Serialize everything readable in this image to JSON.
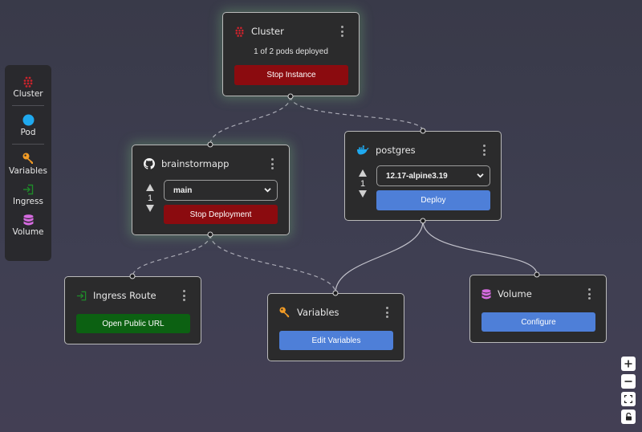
{
  "palette": {
    "items": [
      {
        "id": "cluster",
        "label": "Cluster",
        "icon": "cluster-dots-icon",
        "color": "#c8232c"
      },
      {
        "id": "pod",
        "label": "Pod",
        "icon": "pod-circle-icon",
        "color": "#1fa9ef"
      },
      {
        "id": "variables",
        "label": "Variables",
        "icon": "key-icon",
        "color": "#f39c25"
      },
      {
        "id": "ingress",
        "label": "Ingress",
        "icon": "sign-in-icon",
        "color": "#1f8a2a"
      },
      {
        "id": "volume",
        "label": "Volume",
        "icon": "database-icon",
        "color": "#d56be0"
      }
    ]
  },
  "nodes": {
    "cluster": {
      "title": "Cluster",
      "icon": "cluster-dots-icon",
      "status": "1 of 2 pods deployed",
      "button": "Stop Instance"
    },
    "brainstormapp": {
      "title": "brainstormapp",
      "icon": "github-icon",
      "replicas": "1",
      "branch": "main",
      "button": "Stop Deployment"
    },
    "postgres": {
      "title": "postgres",
      "icon": "docker-icon",
      "replicas": "1",
      "version": "12.17-alpine3.19",
      "button": "Deploy"
    },
    "ingress": {
      "title": "Ingress Route",
      "icon": "sign-in-icon",
      "button": "Open Public URL"
    },
    "variables": {
      "title": "Variables",
      "icon": "key-icon",
      "button": "Edit Variables"
    },
    "volume": {
      "title": "Volume",
      "icon": "database-icon",
      "button": "Configure"
    }
  },
  "edges": [
    {
      "from": "cluster",
      "to": "brainstormapp",
      "style": "dashed"
    },
    {
      "from": "cluster",
      "to": "postgres",
      "style": "dashed"
    },
    {
      "from": "brainstormapp",
      "to": "ingress",
      "style": "dashed"
    },
    {
      "from": "brainstormapp",
      "to": "variables",
      "style": "dashed"
    },
    {
      "from": "postgres",
      "to": "variables",
      "style": "solid"
    },
    {
      "from": "postgres",
      "to": "volume",
      "style": "solid"
    }
  ],
  "controls": [
    {
      "id": "zoom-in",
      "label": "+"
    },
    {
      "id": "zoom-out",
      "label": "−"
    },
    {
      "id": "fit-view",
      "label": "fit"
    },
    {
      "id": "lock",
      "label": "lock"
    }
  ],
  "colors": {
    "stop": "#8b0b0f",
    "primary": "#4e7fd8",
    "success": "#0c6112"
  }
}
